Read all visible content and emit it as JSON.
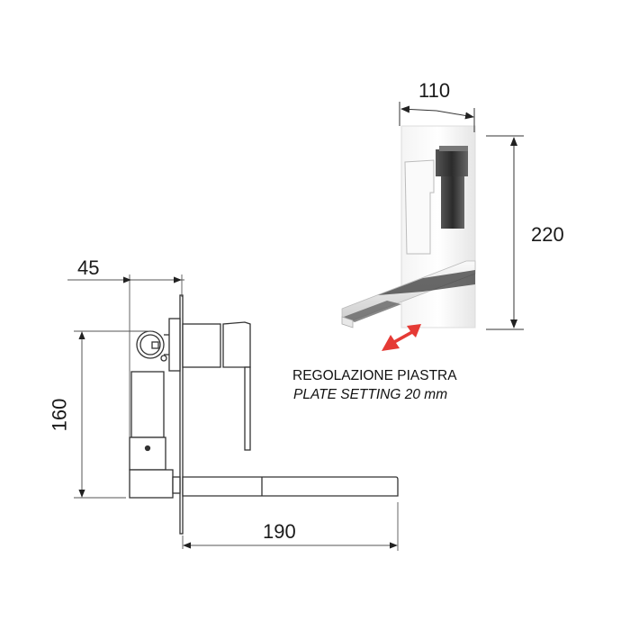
{
  "side_view": {
    "dimensions": {
      "depth_label": "45",
      "height_label": "160",
      "spout_length_label": "190"
    }
  },
  "front_view": {
    "dimensions": {
      "width_label": "110",
      "height_label": "220"
    },
    "adjustment_arrow_color": "#e53a35"
  },
  "caption": {
    "line1": "REGOLAZIONE  PIASTRA",
    "line2": "PLATE SETTING  20 mm"
  },
  "colors": {
    "line": "#333333",
    "background": "#ffffff",
    "arrow_red": "#e53a35"
  }
}
